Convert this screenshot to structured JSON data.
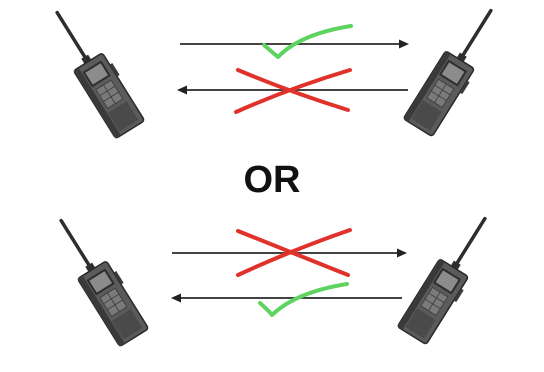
{
  "divider_text": "OR",
  "colors": {
    "arrow": "#444444",
    "check": "#5fd35f",
    "cross": "#e0322a",
    "radio_body": "#5b5b5b",
    "radio_dark": "#2e2e2e",
    "radio_light": "#8c8c8c"
  },
  "scenarios": [
    {
      "name": "left-to-right-allowed",
      "rightward_arrow": "allowed",
      "leftward_arrow": "blocked"
    },
    {
      "name": "right-to-left-allowed",
      "rightward_arrow": "blocked",
      "leftward_arrow": "allowed"
    }
  ],
  "icons": [
    "walkie-talkie-icon",
    "arrow-icon",
    "check-mark-icon",
    "cross-mark-icon"
  ]
}
